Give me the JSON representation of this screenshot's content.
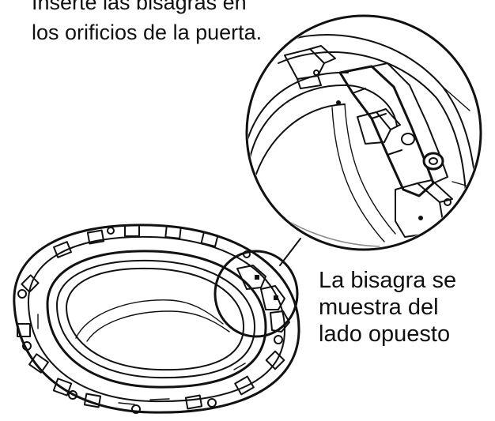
{
  "top_caption": {
    "line1": "Inserte las bisagras en",
    "line2": "los orificios de la puerta."
  },
  "side_caption": {
    "line1": "La bisagra se",
    "line2": "muestra del",
    "line3": "lado opuesto"
  },
  "colors": {
    "ink": "#111111",
    "background": "#ffffff"
  }
}
